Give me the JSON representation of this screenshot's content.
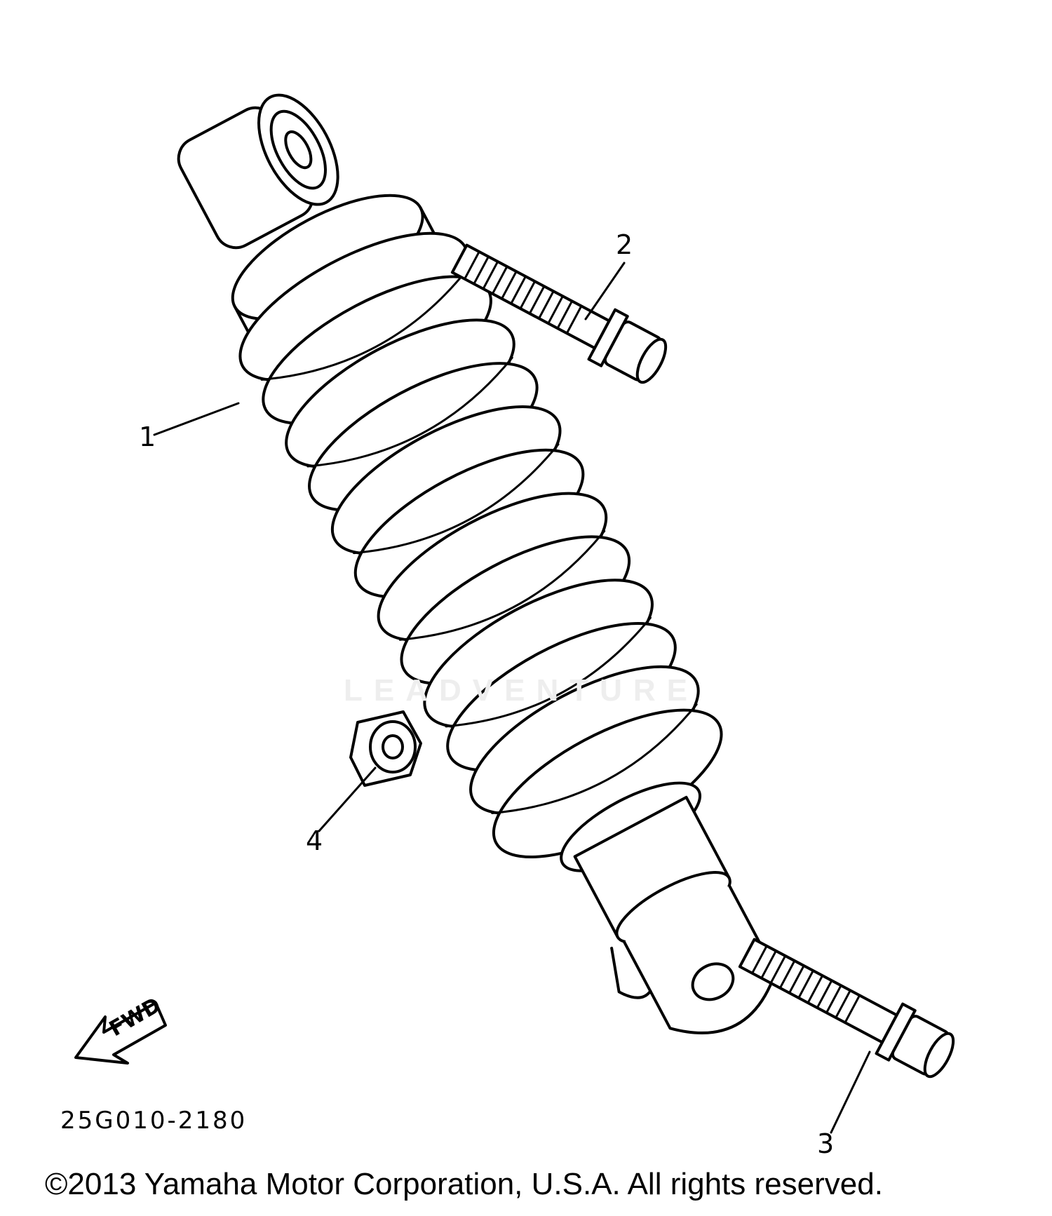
{
  "diagram": {
    "callouts": [
      {
        "id": "1",
        "label": "1"
      },
      {
        "id": "2",
        "label": "2"
      },
      {
        "id": "3",
        "label": "3"
      },
      {
        "id": "4",
        "label": "4"
      }
    ],
    "fwd_label": "FWD",
    "diagram_code": "25G010-2180",
    "watermark": "LEADVENTURE",
    "copyright": "©2013 Yamaha Motor Corporation, U.S.A. All rights reserved."
  }
}
